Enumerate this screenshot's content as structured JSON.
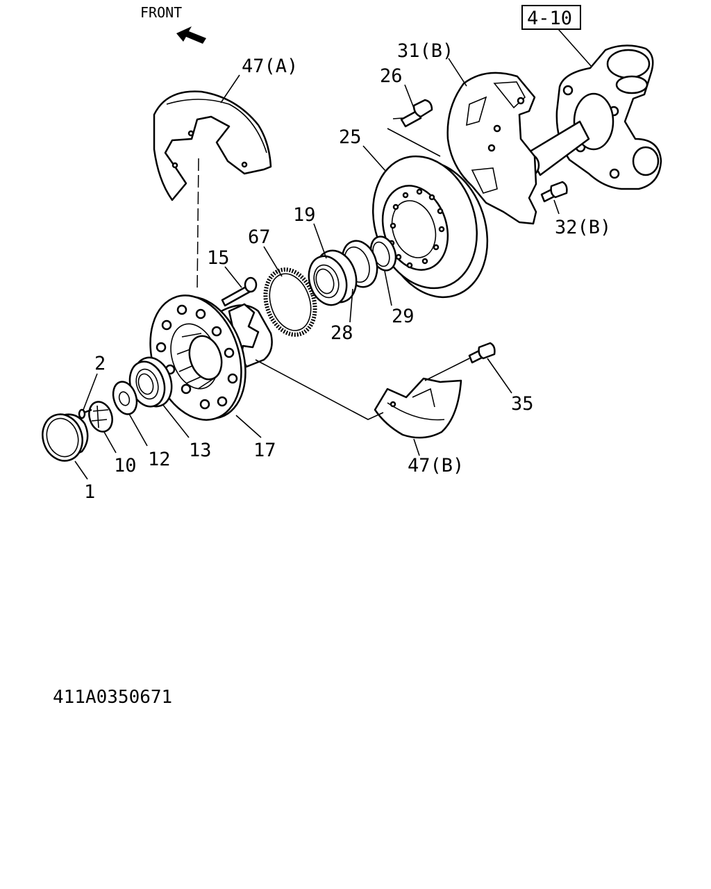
{
  "direction_label": "FRONT",
  "reference_box": "4-10",
  "drawing_code": "411A0350671",
  "callouts": {
    "p1": "1",
    "p2": "2",
    "p10": "10",
    "p12": "12",
    "p13": "13",
    "p15": "15",
    "p17": "17",
    "p19": "19",
    "p25": "25",
    "p26": "26",
    "p28": "28",
    "p29": "29",
    "p31b": "31(B)",
    "p32b": "32(B)",
    "p35": "35",
    "p47a": "47(A)",
    "p47b": "47(B)",
    "p67": "67"
  }
}
